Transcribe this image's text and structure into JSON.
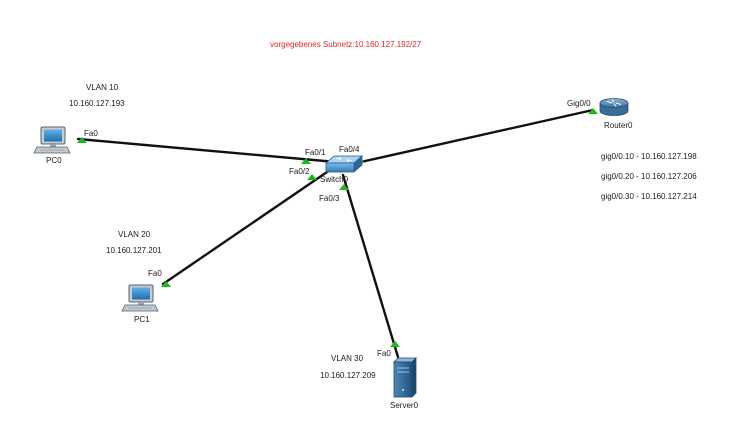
{
  "subnet_note": "vorgegebenes Subnetz:10.160.127.192/27",
  "colors": {
    "note": "#e8232a",
    "link": "#111111",
    "port_up": "#1eb51e"
  },
  "devices": {
    "pc0": {
      "name": "PC0",
      "icon": "pc-icon"
    },
    "pc1": {
      "name": "PC1",
      "icon": "pc-icon"
    },
    "switch0": {
      "name": "Switch0",
      "icon": "switch-icon"
    },
    "router0": {
      "name": "Router0",
      "icon": "router-icon"
    },
    "server0": {
      "name": "Server0",
      "icon": "server-icon"
    }
  },
  "vlans": {
    "vlan10": {
      "label": "VLAN 10",
      "ip": "10.160.127.193"
    },
    "vlan20": {
      "label": "VLAN 20",
      "ip": "10.160.127.201"
    },
    "vlan30": {
      "label": "VLAN 30",
      "ip": "10.160.127.209"
    }
  },
  "router_subinterfaces": [
    "gig0/0.10 - 10.160.127.198",
    "gig0/0.20 - 10.160.127.206",
    "gig0/0.30 - 10.160.127.214"
  ],
  "ports": {
    "pc0_fa0": "Fa0",
    "pc1_fa0": "Fa0",
    "server_fa0": "Fa0",
    "sw_fa01": "Fa0/1",
    "sw_fa02": "Fa0/2",
    "sw_fa03": "Fa0/3",
    "sw_fa04": "Fa0/4",
    "router_gig00": "Gig0/0"
  }
}
